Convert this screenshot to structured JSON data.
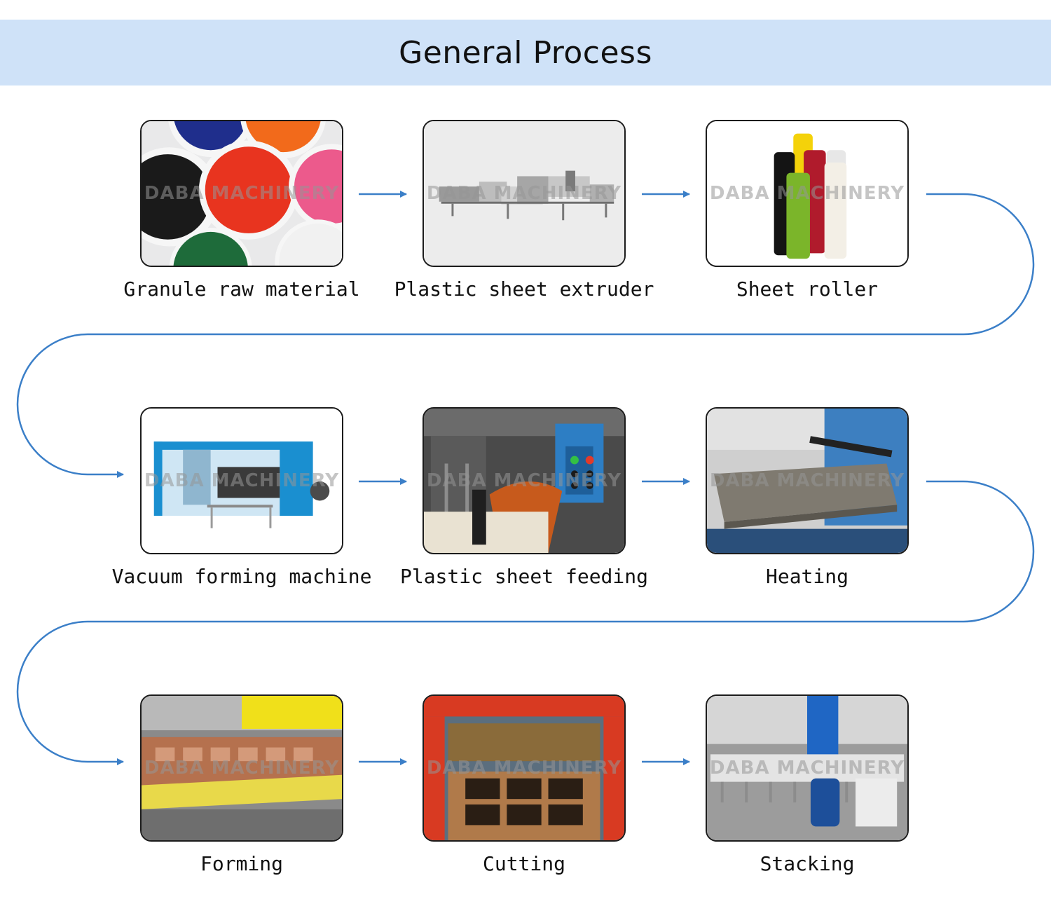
{
  "header": {
    "title": "General Process"
  },
  "watermark": "DABA MACHINERY",
  "steps": [
    {
      "label": "Granule raw material"
    },
    {
      "label": "Plastic sheet extruder"
    },
    {
      "label": "Sheet roller"
    },
    {
      "label": "Vacuum forming machine"
    },
    {
      "label": "Plastic sheet feeding"
    },
    {
      "label": "Heating"
    },
    {
      "label": "Forming"
    },
    {
      "label": "Cutting"
    },
    {
      "label": "Stacking"
    }
  ],
  "colors": {
    "header_bg": "#cfe2f8",
    "arrow": "#3b7fc8",
    "card_border": "#1c1c1c"
  }
}
